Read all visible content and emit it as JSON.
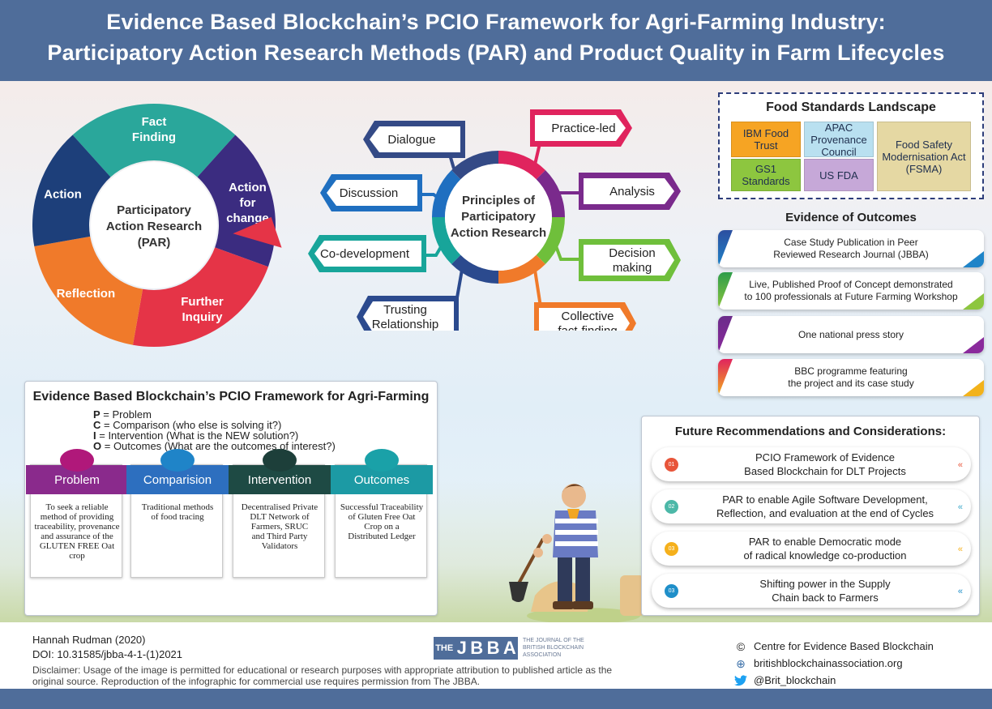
{
  "header": {
    "title_line1": "Evidence Based Blockchain’s PCIO Framework for Agri-Farming Industry:",
    "title_line2": "Participatory Action Research Methods (PAR) and Product Quality in Farm Lifecycles"
  },
  "par_cycle": {
    "center": [
      "Participatory",
      "Action Research",
      "(PAR)"
    ],
    "segments": [
      {
        "label": [
          "Fact",
          "Finding"
        ],
        "color": "#2aa79b"
      },
      {
        "label": [
          "Action",
          "for",
          "change"
        ],
        "color": "#3b2c80"
      },
      {
        "label": [
          "Further",
          "Inquiry"
        ],
        "color": "#e53447"
      },
      {
        "label": [
          "Reflection"
        ],
        "color": "#f07a2a"
      },
      {
        "label": [
          "Action"
        ],
        "color": "#1d3f7a"
      }
    ]
  },
  "principles": {
    "center": [
      "Principles of",
      "Participatory",
      "Action Research"
    ],
    "left": [
      {
        "label": [
          "Dialogue"
        ],
        "color": "#344a86"
      },
      {
        "label": [
          "Discussion"
        ],
        "color": "#1f6fc0"
      },
      {
        "label": [
          "Co-development"
        ],
        "color": "#18a59a"
      },
      {
        "label": [
          "Trusting",
          "Relationship"
        ],
        "color": "#2b4a8e"
      }
    ],
    "right": [
      {
        "label": [
          "Practice-led"
        ],
        "color": "#e0245e"
      },
      {
        "label": [
          "Analysis"
        ],
        "color": "#7a2a8c"
      },
      {
        "label": [
          "Decision",
          "making"
        ],
        "color": "#6fbf3b"
      },
      {
        "label": [
          "Collective",
          "fact-finding"
        ],
        "color": "#f07a2a"
      }
    ]
  },
  "food_standards": {
    "title": "Food Standards Landscape",
    "items": [
      {
        "label": "IBM Food Trust",
        "color": "#f6a423"
      },
      {
        "label": "APAC Provenance Council",
        "color": "#b9e0f0"
      },
      {
        "label": "Food Safety Modernisation Act (FSMA)",
        "color": "#e5d8a3"
      },
      {
        "label": "GS1 Standards",
        "color": "#8dc63f"
      },
      {
        "label": "US FDA",
        "color": "#c6a8d8"
      }
    ]
  },
  "evidence": {
    "title": "Evidence of Outcomes",
    "items": [
      {
        "text": [
          "Case Study Publication in Peer",
          "Reviewed Research Journal (JBBA)"
        ],
        "color1": "#2c4fa0",
        "color2": "#1f84c8"
      },
      {
        "text": [
          "Live, Published Proof of Concept demonstrated",
          "to 100 professionals at  Future Farming Workshop"
        ],
        "color1": "#2e9d4a",
        "color2": "#8dc63f"
      },
      {
        "text": [
          "One national press story"
        ],
        "color1": "#6b2c8a",
        "color2": "#8a2a9c"
      },
      {
        "text": [
          "BBC programme featuring",
          "the project and its case study"
        ],
        "color1": "#e0245e",
        "color2": "#f2b21b"
      }
    ]
  },
  "pcio": {
    "title": "Evidence Based Blockchain’s PCIO Framework for Agri-Farming",
    "definitions": [
      {
        "letter": "P",
        "text": " = Problem"
      },
      {
        "letter": "C",
        "text": " = Comparison (who else is solving it?)"
      },
      {
        "letter": "I",
        "text": " = Intervention (What is the NEW solution?)"
      },
      {
        "letter": "O",
        "text": " = Outcomes (What are the outcomes of interest?)"
      }
    ],
    "cards": [
      {
        "head": "Problem",
        "color": "#8a2a8c",
        "oval": "#b0187a",
        "body": [
          "To seek a reliable",
          "method of providing",
          "traceability, provenance",
          "and assurance of the",
          "GLUTEN FREE Oat crop"
        ]
      },
      {
        "head": "Comparision",
        "color": "#2d6fbf",
        "oval": "#1f84c8",
        "body": [
          "Traditional methods",
          "of food tracing"
        ]
      },
      {
        "head": "Intervention",
        "color": "#1e4a44",
        "oval": "#1d3f3a",
        "body": [
          "Decentralised Private",
          "DLT Network of",
          "Farmers, SRUC",
          "and Third Party",
          "Validators"
        ]
      },
      {
        "head": "Outcomes",
        "color": "#1c9aa4",
        "oval": "#1aa1a8",
        "body": [
          "Successful Traceability",
          "of Gluten Free Oat",
          "Crop on a",
          "Distributed Ledger"
        ]
      }
    ]
  },
  "future": {
    "title": "Future Recommendations and  Considerations:",
    "items": [
      {
        "num": "01",
        "text": [
          "PCIO Framework of Evidence",
          "Based Blockchain for DLT Projects"
        ],
        "color": "#e8553a",
        "arrow": "#e8553a"
      },
      {
        "num": "02",
        "text": [
          "PAR to enable Agile Software Development,",
          "Reflection, and evaluation at the end of Cycles"
        ],
        "color": "#4cb8a8",
        "arrow": "#3aa7c9"
      },
      {
        "num": "03",
        "text": [
          "PAR to enable Democratic mode",
          "of radical knowledge co-production"
        ],
        "color": "#f5b01c",
        "arrow": "#f5b01c"
      },
      {
        "num": "03",
        "text": [
          "Shifting power in the Supply",
          "Chain back to Farmers"
        ],
        "color": "#1f8fc9",
        "arrow": "#1f8fc9"
      }
    ]
  },
  "footer": {
    "author": "Hannah Rudman (2020)",
    "doi": "DOI: 10.31585/jbba-4-1-(1)2021",
    "disclaimer": "Disclaimer: Usage of the image is permitted for educational or research purposes with appropriate attribution to published article as the original source. Reproduction of the infographic for commercial use requires permission from The JBBA.",
    "logo_letters": [
      "THE",
      "J",
      "B",
      "B",
      "A"
    ],
    "logo_caption": [
      "THE JOURNAL OF THE",
      "BRITISH BLOCKCHAIN",
      "ASSOCIATION"
    ],
    "links": [
      {
        "icon": "copyright-icon",
        "glyph": "©",
        "text": "Centre for Evidence Based Blockchain"
      },
      {
        "icon": "globe-icon",
        "glyph": "⊕",
        "text": "britishblockchainassociation.org"
      },
      {
        "icon": "twitter-icon",
        "glyph": "🐦",
        "text": "@Brit_blockchain"
      }
    ]
  }
}
